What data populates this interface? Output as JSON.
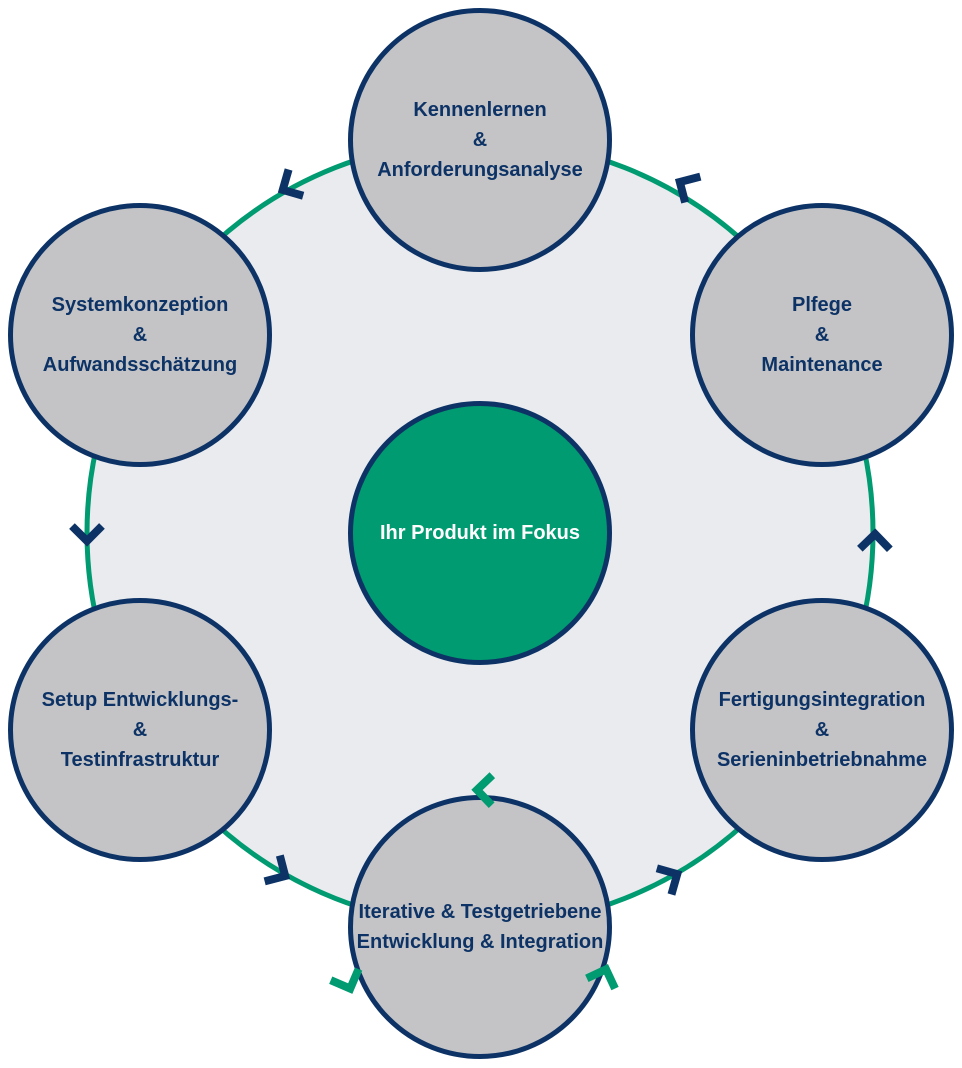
{
  "colors": {
    "navy": "#0d3366",
    "green": "#009b70",
    "grey": "#c4c4c6",
    "ring_fill": "#e9ebef"
  },
  "center": {
    "label": "Ihr Produkt im Fokus"
  },
  "steps": [
    {
      "lines": [
        "Kennenlernen",
        "&",
        "Anforderungsanalyse"
      ]
    },
    {
      "lines": [
        "Systemkonzeption",
        "&",
        "Aufwandsschätzung"
      ]
    },
    {
      "lines": [
        "Setup Entwicklungs-",
        "&",
        "Testinfrastruktur"
      ]
    },
    {
      "lines": [
        "Iterative & Testgetriebene",
        "Entwicklung & Integration"
      ]
    },
    {
      "lines": [
        "Fertigungsintegration",
        "&",
        "Serieninbetriebnahme"
      ]
    },
    {
      "lines": [
        "Plfege",
        "&",
        "Maintenance"
      ]
    }
  ]
}
